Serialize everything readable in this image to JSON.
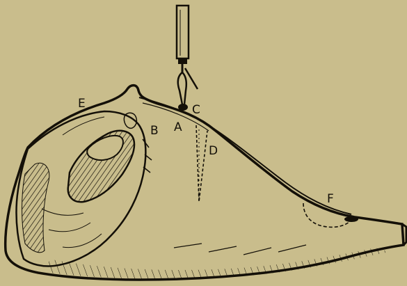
{
  "figure": {
    "background": "#c9bd8c",
    "ink": "#141008",
    "subject": "ham-carving-diagram",
    "labels": {
      "a": "A",
      "b": "B",
      "c": "C",
      "d": "D",
      "e": "E",
      "f": "F"
    },
    "icons": {
      "carving_fork": "carving-fork-icon"
    }
  }
}
